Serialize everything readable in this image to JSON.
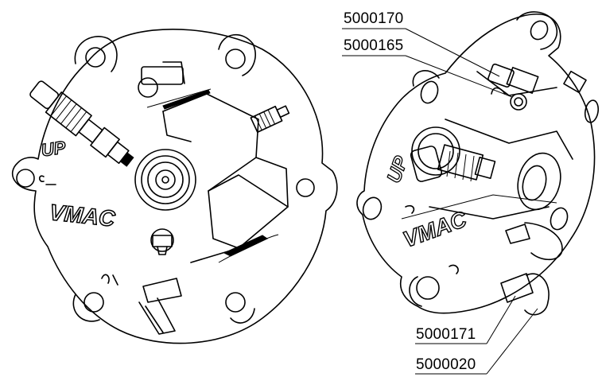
{
  "part_labels": [
    {
      "id": "label-5000170",
      "text": "5000170"
    },
    {
      "id": "label-5000165",
      "text": "5000165"
    },
    {
      "id": "label-5000171",
      "text": "5000171"
    },
    {
      "id": "label-5000020",
      "text": "5000020"
    }
  ],
  "front_view": {
    "brand": "VMAC",
    "orientation_mark": "UP"
  },
  "iso_view": {
    "brand": "VMAC",
    "orientation_mark": "UP"
  }
}
